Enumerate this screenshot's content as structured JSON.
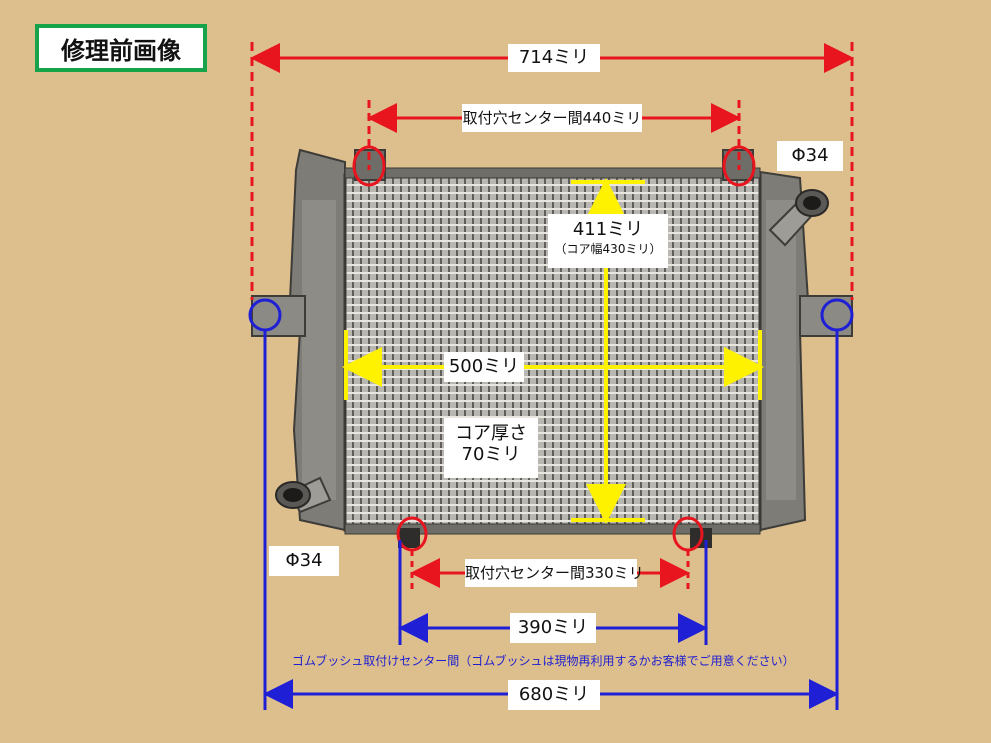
{
  "title": "修理前画像",
  "labels": {
    "width_top": "714ミリ",
    "mount_top": "取付穴センター間440ミリ",
    "pipe_top": "Φ34",
    "height": "411ミリ",
    "core_width": "（コア幅430ミリ）",
    "core_span": "500ミリ",
    "core_thickness_1": "コア厚さ",
    "core_thickness_2": "70ミリ",
    "pipe_bottom": "Φ34",
    "mount_bottom": "取付穴センター間330ミリ",
    "bush_span": "390ミリ",
    "bush_note": "ゴムブッシュ取付けセンター間（ゴムブッシュは現物再利用するかお客様でご用意ください）",
    "width_bottom": "680ミリ"
  },
  "colors": {
    "background": "#ddbf8e",
    "red": "#e8141e",
    "blue": "#1f1fd6",
    "yellow": "#fff200",
    "green_border": "#16a34a"
  }
}
